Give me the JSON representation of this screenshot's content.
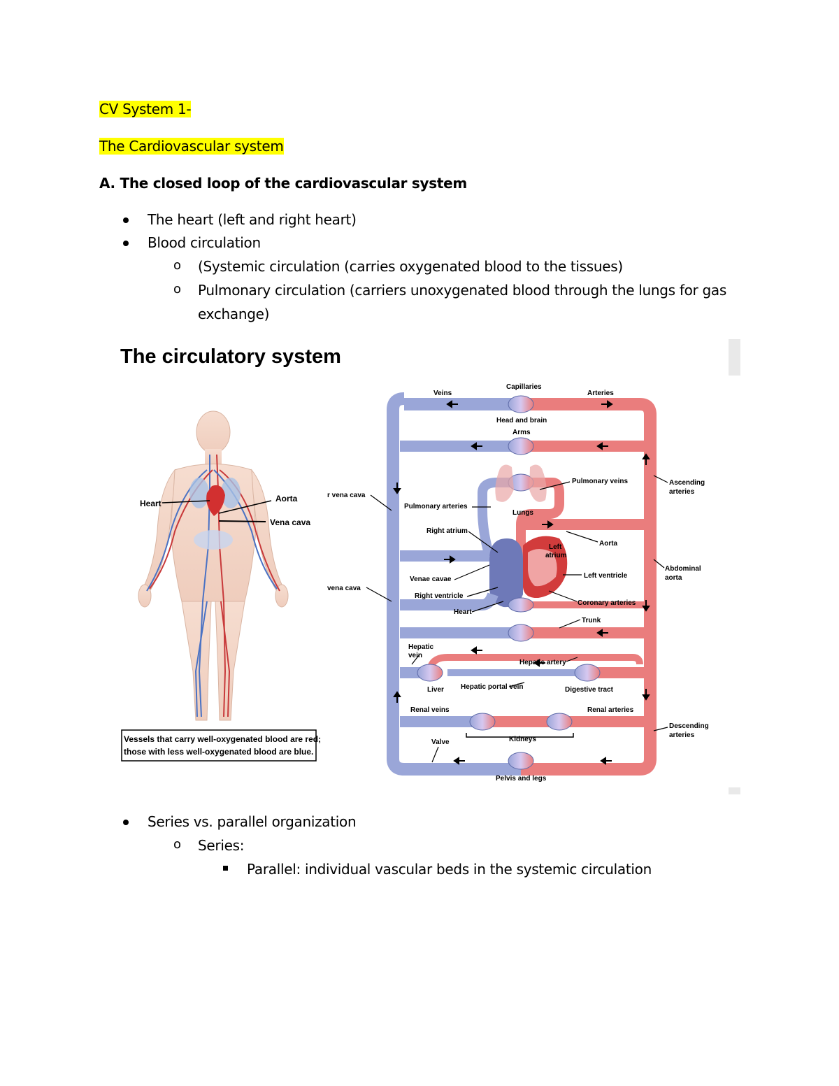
{
  "document": {
    "title": "CV System 1-",
    "subtitle": "The Cardiovascular system",
    "section_heading": "A. The closed loop of the cardiovascular system",
    "bullets": [
      "The heart (left and right heart)",
      "Blood circulation"
    ],
    "sub_bullets": [
      "(Systemic circulation (carries oxygenated blood to the tissues)",
      "Pulmonary circulation (carriers unoxygenated blood through the lungs for gas",
      "exchange)"
    ],
    "bullets_after": [
      "Series vs. parallel organization"
    ],
    "sub_bullets_after": [
      "Series:"
    ],
    "square_bullets_after": [
      "Parallel: individual vascular beds in the systemic circulation"
    ],
    "sub_bullet_marker": "o"
  },
  "figure": {
    "title": "The circulatory system",
    "caption_line1": "Vessels that carry well-oxygenated blood are red;",
    "caption_line2": "those with less well-oxygenated blood are blue.",
    "body_labels": {
      "heart": "Heart",
      "aorta": "Aorta",
      "vena_cava": "Vena cava"
    },
    "diagram_labels": {
      "veins": "Veins",
      "capillaries": "Capillaries",
      "arteries": "Arteries",
      "head_and_brain": "Head and brain",
      "arms": "Arms",
      "pulmonary_veins": "Pulmonary veins",
      "ascending_arteries_1": "Ascending",
      "ascending_arteries_2": "arteries",
      "superior_vena_cava": "r vena cava",
      "pulmonary_arteries": "Pulmonary arteries",
      "lungs": "Lungs",
      "right_atrium": "Right atrium",
      "left_atrium_1": "Left",
      "left_atrium_2": "atrium",
      "aorta": "Aorta",
      "abdominal_aorta_1": "Abdominal",
      "abdominal_aorta_2": "aorta",
      "inferior_vena_cava": "vena cava",
      "venae_cavae": "Venae cavae",
      "left_ventricle": "Left ventricle",
      "right_ventricle": "Right ventricle",
      "coronary_arteries": "Coronary arteries",
      "heart": "Heart",
      "trunk": "Trunk",
      "hepatic_vein_1": "Hepatic",
      "hepatic_vein_2": "vein",
      "hepatic_artery": "Hepatic artery",
      "liver": "Liver",
      "hepatic_portal_vein": "Hepatic portal vein",
      "digestive_tract": "Digestive tract",
      "renal_veins": "Renal veins",
      "renal_arteries": "Renal arteries",
      "descending_arteries_1": "Descending",
      "descending_arteries_2": "arteries",
      "valve": "Valve",
      "kidneys": "Kidneys",
      "pelvis_and_legs": "Pelvis and legs"
    },
    "colors": {
      "vein_blue": "#9aa6d8",
      "vein_blue_dark": "#5d6aa8",
      "artery_red": "#ea7d7d",
      "artery_red_dark": "#b84a4a",
      "capillary_purple": "#c9b8e8"
    }
  }
}
